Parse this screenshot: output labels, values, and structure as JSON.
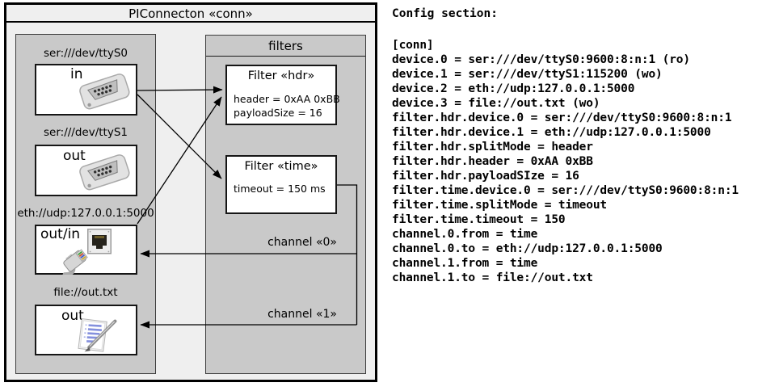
{
  "diagram": {
    "title": "PIConnecton «conn»",
    "devices": [
      {
        "label": "ser:///dev/ttyS0",
        "mode": "in",
        "icon": "serial-connector"
      },
      {
        "label": "ser:///dev/ttyS1",
        "mode": "out",
        "icon": "serial-connector"
      },
      {
        "label": "eth://udp:127.0.0.1:5000",
        "mode": "out/in",
        "icon": "ethernet-connector"
      },
      {
        "label": "file://out.txt",
        "mode": "out",
        "icon": "notepad"
      }
    ],
    "filters_panel": {
      "title": "filters",
      "filters": [
        {
          "title": "Filter «hdr»",
          "props": [
            "header = 0xAA 0xBB",
            "payloadSize = 16"
          ]
        },
        {
          "title": "Filter «time»",
          "props": [
            "timeout = 150 ms"
          ]
        }
      ]
    },
    "channels": [
      {
        "label": "channel «0»"
      },
      {
        "label": "channel «1»"
      }
    ]
  },
  "config": {
    "heading": "Config section:",
    "lines": [
      "[conn]",
      "device.0 = ser:///dev/ttyS0:9600:8:n:1 (ro)",
      "device.1 = ser:///dev/ttyS1:115200 (wo)",
      "device.2 = eth://udp:127.0.0.1:5000",
      "device.3 = file://out.txt (wo)",
      "filter.hdr.device.0 = ser:///dev/ttyS0:9600:8:n:1",
      "filter.hdr.device.1 = eth://udp:127.0.0.1:5000",
      "filter.hdr.splitMode = header",
      "filter.hdr.header = 0xAA 0xBB",
      "filter.hdr.payloadSIze = 16",
      "filter.time.device.0 = ser:///dev/ttyS0:9600:8:n:1",
      "filter.time.splitMode = timeout",
      "filter.time.timeout = 150",
      "channel.0.from = time",
      "channel.0.to = eth://udp:127.0.0.1:5000",
      "channel.1.from = time",
      "channel.1.to = file://out.txt"
    ]
  },
  "colors": {
    "diagram_bg": "#efefef",
    "panel_bg": "#c9c9c9",
    "box_bg": "#ffffff",
    "line": "#000000"
  }
}
